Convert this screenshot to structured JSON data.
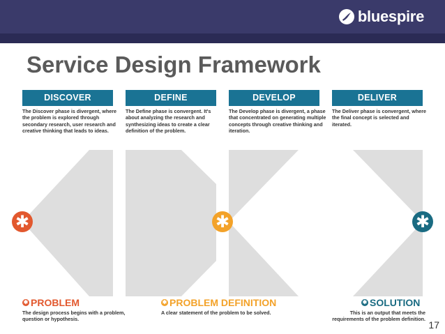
{
  "brand": {
    "name": "bluespire",
    "icon": "bluespire-swoosh-icon"
  },
  "title": "Service Design Framework",
  "phases": [
    {
      "name": "DISCOVER",
      "description": "The Discover phase is divergent, where the problem is explored through secondary research, user research and creative thinking that leads to ideas."
    },
    {
      "name": "DEFINE",
      "description": "The Define phase is convergent. It's about analyzing the research and synthesizing ideas to create a clear definition of the problem."
    },
    {
      "name": "DEVELOP",
      "description": "The Develop phase is divergent, a phase that concentrated on generating multiple concepts through creative thinking and iteration."
    },
    {
      "name": "DELIVER",
      "description": "The Deliver phase is convergent, where the final concept is selected and iterated."
    }
  ],
  "milestones": [
    {
      "label": "PROBLEM",
      "description": "The design process begins with a problem, question or hypothesis.",
      "color": "#e2582e",
      "icon": "asterisk-icon"
    },
    {
      "label": "PROBLEM DEFINITION",
      "description": "A clear statement of the problem to be solved.",
      "color": "#f3a229",
      "icon": "asterisk-icon"
    },
    {
      "label": "SOLUTION",
      "description": "This is an output that meets the requirements of the problem definition.",
      "color": "#1a6b82",
      "icon": "asterisk-icon"
    }
  ],
  "colors": {
    "header": "#1a7394",
    "shape": "#dedede",
    "topbar": "#3a3a6a"
  },
  "page_number": "17"
}
